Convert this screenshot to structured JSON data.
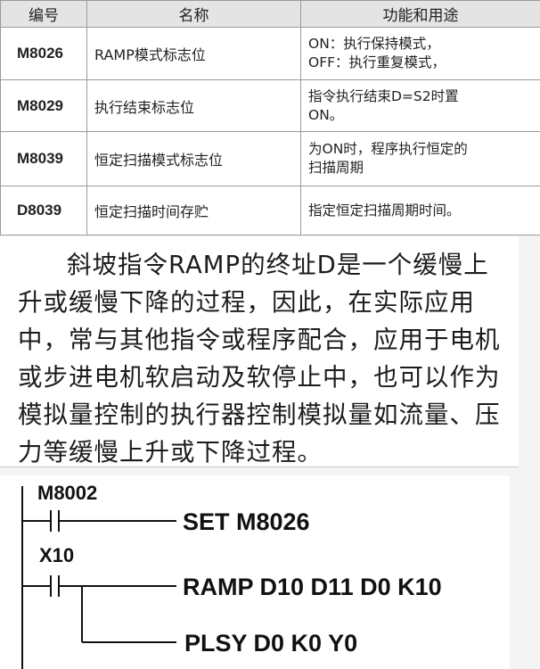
{
  "table": {
    "headers": [
      "编号",
      "名称",
      "功能和用途"
    ],
    "rows": [
      {
        "code": "M8026",
        "name": "RAMP模式标志位",
        "func_lines": [
          "ON：执行保持模式，",
          "OFF：执行重复模式，"
        ]
      },
      {
        "code": "M8029",
        "name": "执行结束标志位",
        "func_lines": [
          "指令执行结束D=S2时置",
          "ON。"
        ]
      },
      {
        "code": "M8039",
        "name": "恒定扫描模式标志位",
        "func_lines": [
          "为ON时，程序执行恒定的",
          "扫描周期"
        ]
      },
      {
        "code": "D8039",
        "name": "恒定扫描时间存贮",
        "func_lines": [
          "指定恒定扫描周期时间。"
        ]
      }
    ]
  },
  "paragraph": "斜坡指令RAMP的终址D是一个缓慢上升或缓慢下降的过程，因此，在实际应用中，常与其他指令或程序配合，应用于电机或步进电机软启动及软停止中，也可以作为模拟量控制的执行器控制模拟量如流量、压力等缓慢上升或下降过程。",
  "ladder": {
    "rung1_contact": "M8002",
    "rung1_instruction": "SET M8026",
    "rung2_contact": "X10",
    "rung2_instruction": "RAMP D10 D11 D0 K10",
    "rung2_branch_instruction": "PLSY D0 K0 Y0"
  }
}
